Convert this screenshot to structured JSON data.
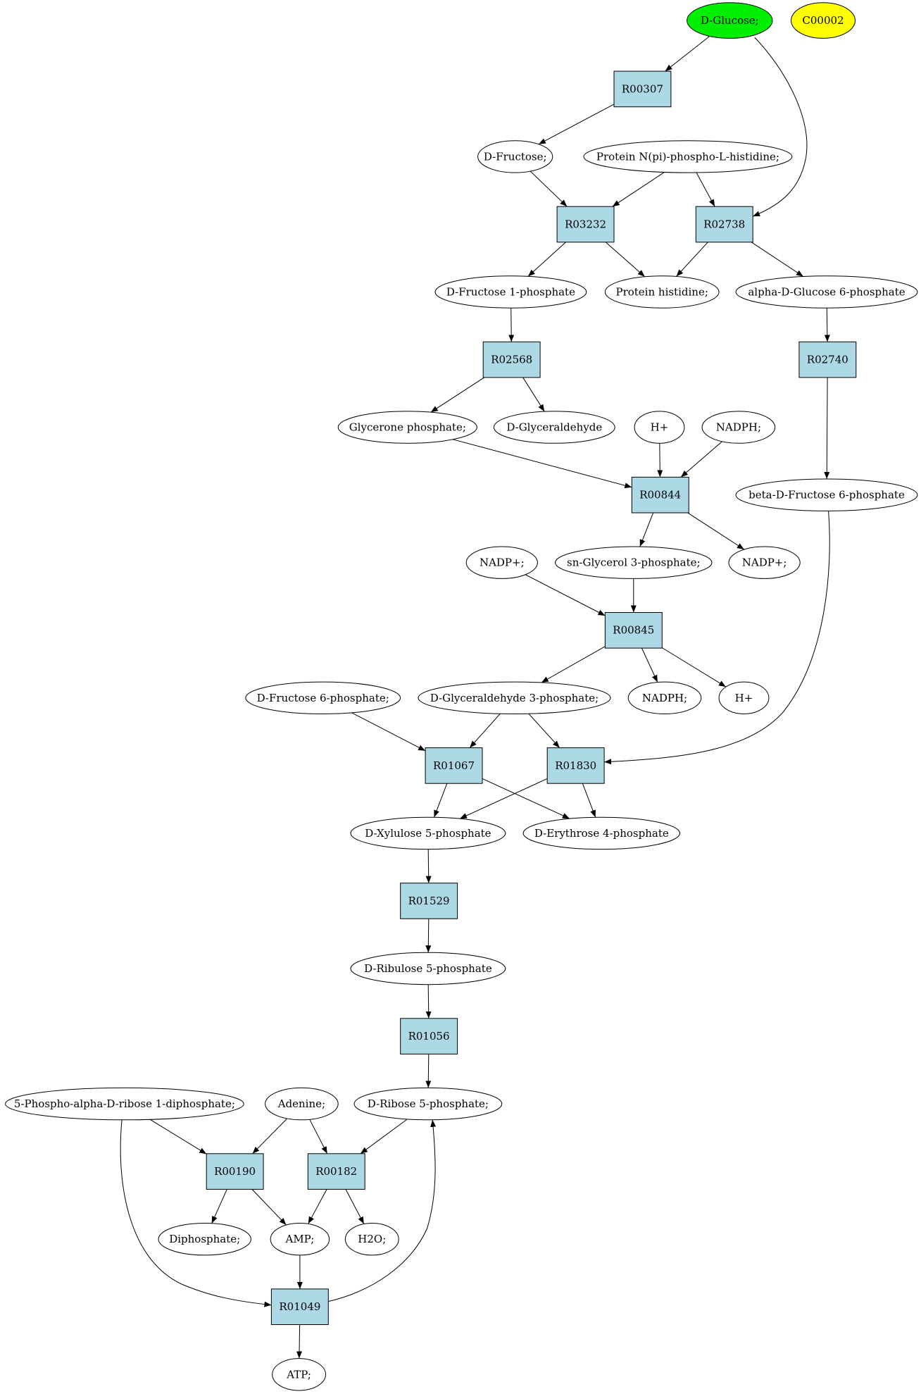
{
  "colors": {
    "reaction_fill": "#add8e6",
    "start_compound_fill": "#00ee00",
    "highlight_compound_fill": "#ffff00",
    "compound_fill": "#ffffff",
    "stroke": "#000000"
  },
  "nodes": [
    {
      "id": "dglucose",
      "label": "D-Glucose;",
      "kind": "compound",
      "fill": "start"
    },
    {
      "id": "c00002",
      "label": "C00002",
      "kind": "compound",
      "fill": "highlight"
    },
    {
      "id": "R00307",
      "label": "R00307",
      "kind": "reaction"
    },
    {
      "id": "dfructose",
      "label": "D-Fructose;",
      "kind": "compound"
    },
    {
      "id": "proteinNpi",
      "label": "Protein N(pi)-phospho-L-histidine;",
      "kind": "compound"
    },
    {
      "id": "R03232",
      "label": "R03232",
      "kind": "reaction"
    },
    {
      "id": "R02738",
      "label": "R02738",
      "kind": "reaction"
    },
    {
      "id": "dfru1p",
      "label": "D-Fructose 1-phosphate",
      "kind": "compound"
    },
    {
      "id": "prothis",
      "label": "Protein histidine;",
      "kind": "compound"
    },
    {
      "id": "adg6p",
      "label": "alpha-D-Glucose 6-phosphate",
      "kind": "compound"
    },
    {
      "id": "R02568",
      "label": "R02568",
      "kind": "reaction"
    },
    {
      "id": "R02740",
      "label": "R02740",
      "kind": "reaction"
    },
    {
      "id": "glycerone",
      "label": "Glycerone phosphate;",
      "kind": "compound"
    },
    {
      "id": "dglyald",
      "label": "D-Glyceraldehyde",
      "kind": "compound"
    },
    {
      "id": "hplus1",
      "label": "H+",
      "kind": "compound"
    },
    {
      "id": "nadph1",
      "label": "NADPH;",
      "kind": "compound"
    },
    {
      "id": "R00844",
      "label": "R00844",
      "kind": "reaction"
    },
    {
      "id": "bdf6p",
      "label": "beta-D-Fructose 6-phosphate",
      "kind": "compound"
    },
    {
      "id": "nadp1",
      "label": "NADP+;",
      "kind": "compound"
    },
    {
      "id": "snglyc",
      "label": "sn-Glycerol 3-phosphate;",
      "kind": "compound"
    },
    {
      "id": "nadp2",
      "label": "NADP+;",
      "kind": "compound"
    },
    {
      "id": "R00845",
      "label": "R00845",
      "kind": "reaction"
    },
    {
      "id": "df6p",
      "label": "D-Fructose 6-phosphate;",
      "kind": "compound"
    },
    {
      "id": "dg3p",
      "label": "D-Glyceraldehyde 3-phosphate;",
      "kind": "compound"
    },
    {
      "id": "nadph2",
      "label": "NADPH;",
      "kind": "compound"
    },
    {
      "id": "hplus2",
      "label": "H+",
      "kind": "compound"
    },
    {
      "id": "R01067",
      "label": "R01067",
      "kind": "reaction"
    },
    {
      "id": "R01830",
      "label": "R01830",
      "kind": "reaction"
    },
    {
      "id": "dxu5p",
      "label": "D-Xylulose 5-phosphate",
      "kind": "compound"
    },
    {
      "id": "de4p",
      "label": "D-Erythrose 4-phosphate",
      "kind": "compound"
    },
    {
      "id": "R01529",
      "label": "R01529",
      "kind": "reaction"
    },
    {
      "id": "dru5p",
      "label": "D-Ribulose 5-phosphate",
      "kind": "compound"
    },
    {
      "id": "R01056",
      "label": "R01056",
      "kind": "reaction"
    },
    {
      "id": "prpp",
      "label": "5-Phospho-alpha-D-ribose 1-diphosphate;",
      "kind": "compound"
    },
    {
      "id": "adenine",
      "label": "Adenine;",
      "kind": "compound"
    },
    {
      "id": "dr5p",
      "label": "D-Ribose 5-phosphate;",
      "kind": "compound"
    },
    {
      "id": "R00190",
      "label": "R00190",
      "kind": "reaction"
    },
    {
      "id": "R00182",
      "label": "R00182",
      "kind": "reaction"
    },
    {
      "id": "diphos",
      "label": "Diphosphate;",
      "kind": "compound"
    },
    {
      "id": "amp",
      "label": "AMP;",
      "kind": "compound"
    },
    {
      "id": "h2o",
      "label": "H2O;",
      "kind": "compound"
    },
    {
      "id": "R01049",
      "label": "R01049",
      "kind": "reaction"
    },
    {
      "id": "atp",
      "label": "ATP;",
      "kind": "compound"
    }
  ],
  "edges": [
    {
      "from": "dglucose",
      "to": "R00307"
    },
    {
      "from": "dglucose",
      "to": "R02738"
    },
    {
      "from": "R00307",
      "to": "dfructose"
    },
    {
      "from": "dfructose",
      "to": "R03232"
    },
    {
      "from": "proteinNpi",
      "to": "R03232"
    },
    {
      "from": "proteinNpi",
      "to": "R02738"
    },
    {
      "from": "R03232",
      "to": "dfru1p"
    },
    {
      "from": "R03232",
      "to": "prothis"
    },
    {
      "from": "R02738",
      "to": "prothis"
    },
    {
      "from": "R02738",
      "to": "adg6p"
    },
    {
      "from": "dfru1p",
      "to": "R02568"
    },
    {
      "from": "adg6p",
      "to": "R02740"
    },
    {
      "from": "R02568",
      "to": "glycerone"
    },
    {
      "from": "R02568",
      "to": "dglyald"
    },
    {
      "from": "R02740",
      "to": "bdf6p"
    },
    {
      "from": "glycerone",
      "to": "R00844"
    },
    {
      "from": "hplus1",
      "to": "R00844"
    },
    {
      "from": "nadph1",
      "to": "R00844"
    },
    {
      "from": "R00844",
      "to": "snglyc"
    },
    {
      "from": "R00844",
      "to": "nadp2"
    },
    {
      "from": "nadp1",
      "to": "R00845"
    },
    {
      "from": "snglyc",
      "to": "R00845"
    },
    {
      "from": "R00845",
      "to": "dg3p"
    },
    {
      "from": "R00845",
      "to": "nadph2"
    },
    {
      "from": "R00845",
      "to": "hplus2"
    },
    {
      "from": "bdf6p",
      "to": "R01830"
    },
    {
      "from": "df6p",
      "to": "R01067"
    },
    {
      "from": "dg3p",
      "to": "R01067"
    },
    {
      "from": "dg3p",
      "to": "R01830"
    },
    {
      "from": "R01067",
      "to": "dxu5p"
    },
    {
      "from": "R01067",
      "to": "de4p"
    },
    {
      "from": "R01830",
      "to": "dxu5p"
    },
    {
      "from": "R01830",
      "to": "de4p"
    },
    {
      "from": "dxu5p",
      "to": "R01529"
    },
    {
      "from": "R01529",
      "to": "dru5p"
    },
    {
      "from": "dru5p",
      "to": "R01056"
    },
    {
      "from": "R01056",
      "to": "dr5p"
    },
    {
      "from": "prpp",
      "to": "R00190"
    },
    {
      "from": "prpp",
      "to": "R01049"
    },
    {
      "from": "adenine",
      "to": "R00190"
    },
    {
      "from": "adenine",
      "to": "R00182"
    },
    {
      "from": "dr5p",
      "to": "R00182"
    },
    {
      "from": "R00190",
      "to": "diphos"
    },
    {
      "from": "R00190",
      "to": "amp"
    },
    {
      "from": "R00182",
      "to": "amp"
    },
    {
      "from": "R00182",
      "to": "h2o"
    },
    {
      "from": "amp",
      "to": "R01049"
    },
    {
      "from": "R01049",
      "to": "atp"
    },
    {
      "from": "R01049",
      "to": "dr5p"
    }
  ]
}
